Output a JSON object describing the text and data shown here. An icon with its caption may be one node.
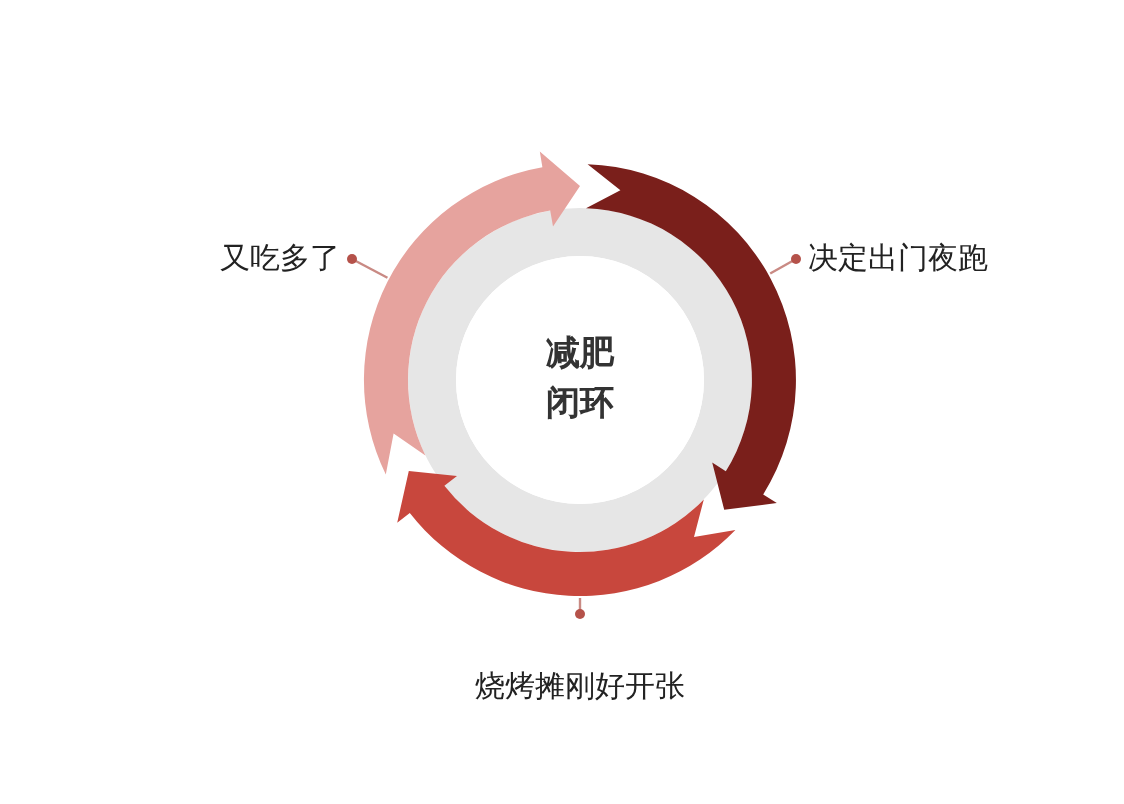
{
  "diagram": {
    "nodes": [
      {
        "text": [
          "减肥闭环"
        ]
      },
      {
        "text": [],
        "shape": "arrow"
      },
      {
        "text": [],
        "shape": "arrow"
      },
      {
        "text": [],
        "shape": "arrow"
      },
      {
        "text": [
          "决定出门夜跑"
        ]
      },
      {
        "text": [
          "烧烤摊刚好开张"
        ]
      },
      {
        "text": [
          "又吃多了"
        ]
      }
    ],
    "edges": [
      {
        "from": 4,
        "to": 1,
        "arrow": "other"
      },
      {
        "from": 5,
        "to": 2,
        "arrow": "other"
      },
      {
        "from": 6,
        "to": 3,
        "arrow": "other"
      }
    ]
  }
}
